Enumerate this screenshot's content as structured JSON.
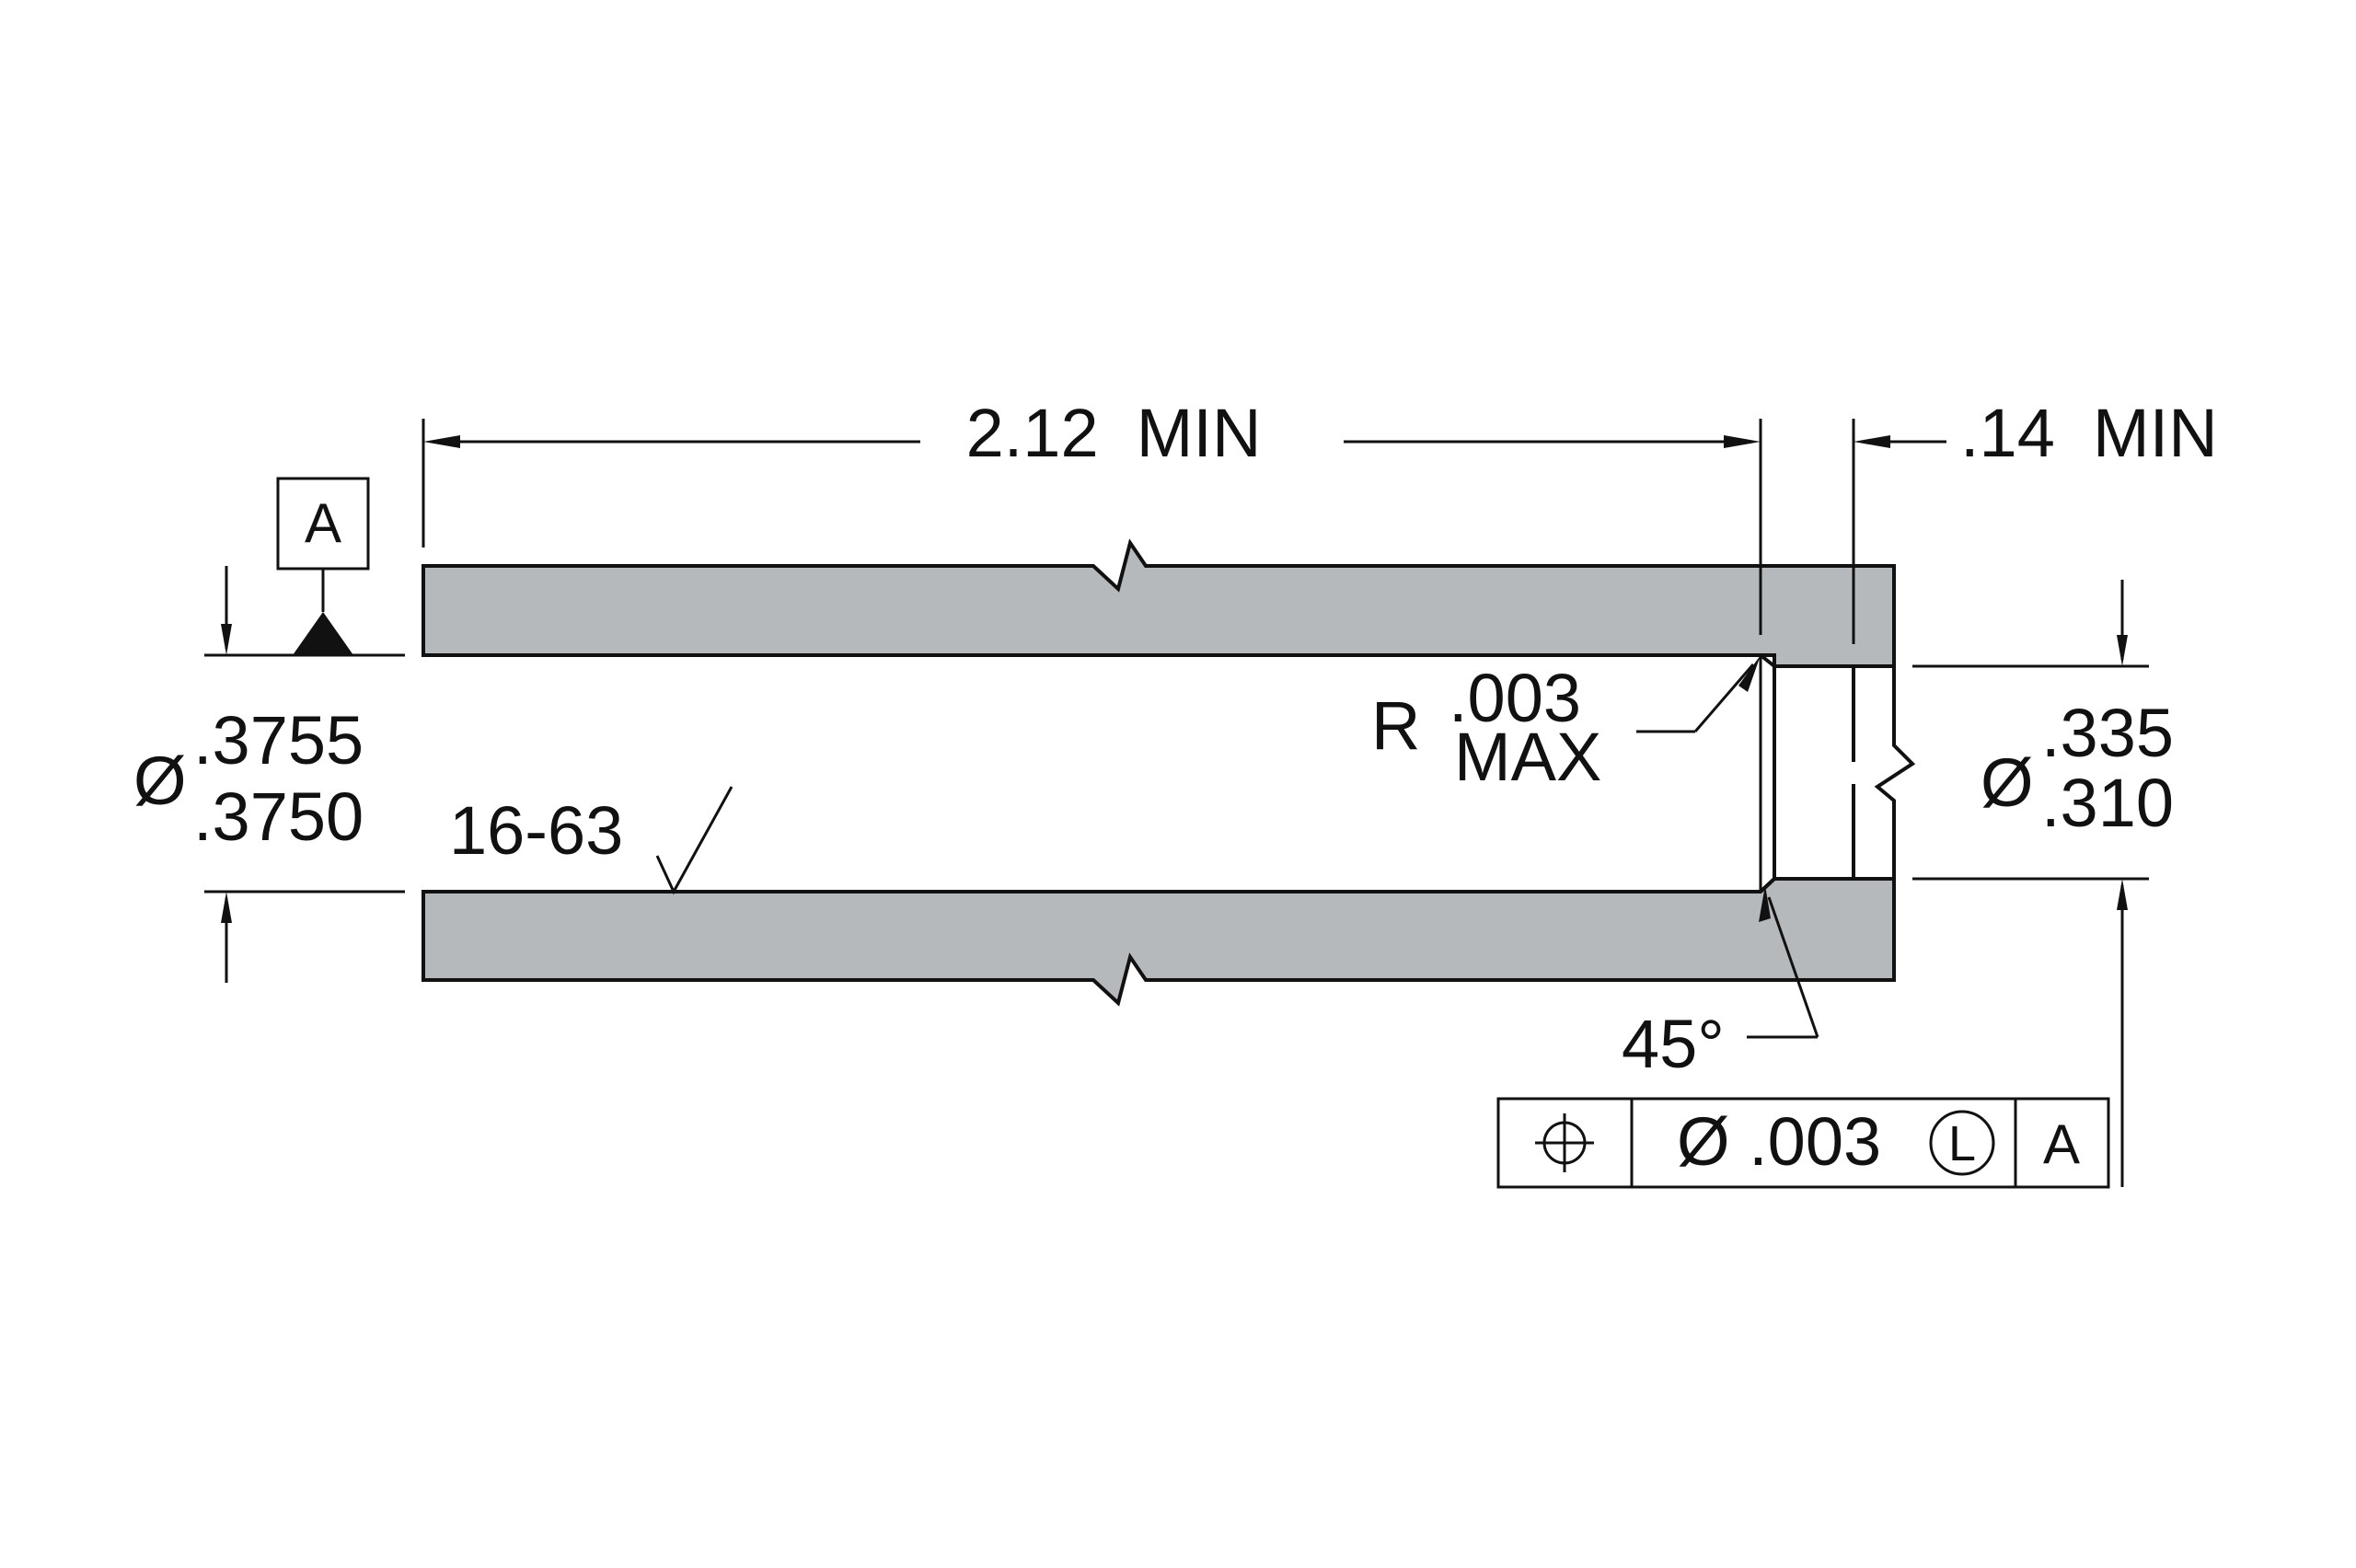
{
  "datum": {
    "letter": "A"
  },
  "dimensions": {
    "length": "2.12  MIN",
    "counterbore_depth": ".14  MIN",
    "bore_diameter_symbol": "Ø",
    "bore_upper": ".3755",
    "bore_lower": ".3750",
    "counterbore_diameter_symbol": "Ø",
    "counterbore_upper": ".335",
    "counterbore_lower": ".310",
    "radius_prefix": "R",
    "radius_value": ".003",
    "radius_note": "MAX",
    "chamfer_angle": "45°",
    "surface_finish": "16-63"
  },
  "feature_control_frame": {
    "characteristic_icon": "position-icon",
    "tolerance": "Ø .003",
    "modifier": "L",
    "datum_ref": "A"
  },
  "colors": {
    "material_fill": "#b6b9bc",
    "line": "#111111",
    "background": "#ffffff"
  }
}
